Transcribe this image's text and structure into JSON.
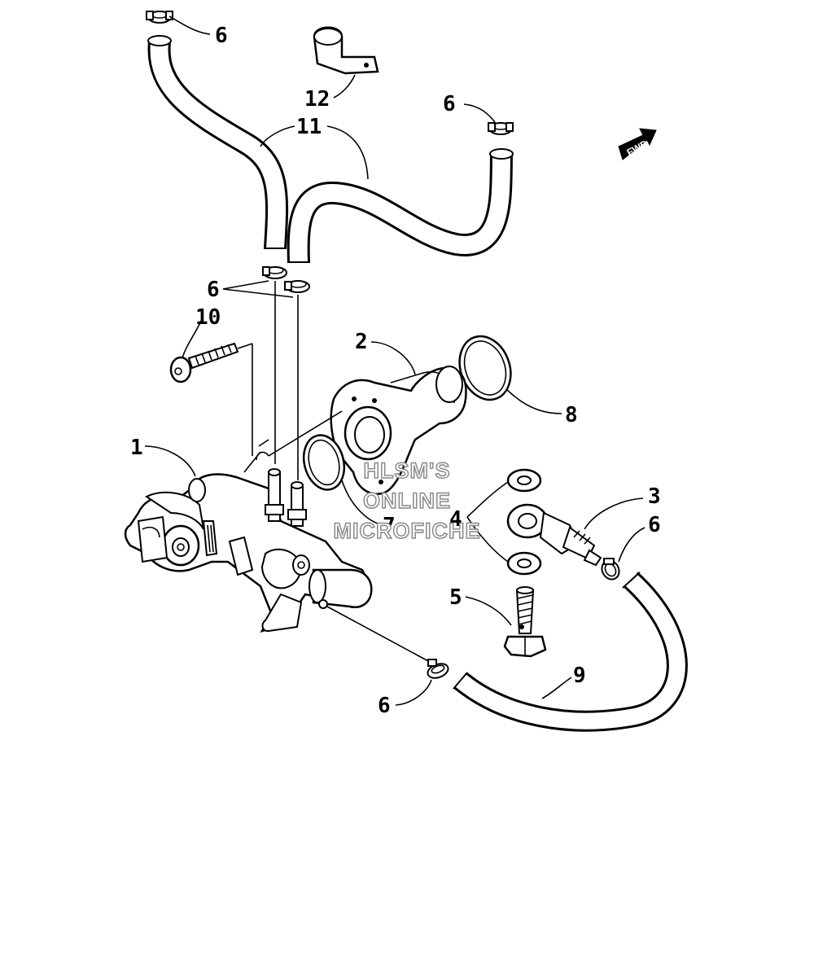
{
  "callouts": {
    "c1": "1",
    "c2": "2",
    "c3": "3",
    "c4": "4",
    "c5": "5",
    "c6_top": "6",
    "c6_right": "6",
    "c6_mid": "6",
    "c6_fitting": "6",
    "c6_bottom": "6",
    "c7": "7",
    "c8": "8",
    "c9": "9",
    "c10": "10",
    "c11": "11",
    "c12": "12"
  },
  "fwd_label": "FWD",
  "watermark": {
    "line1": "HLSM'S",
    "line2": "ONLINE",
    "line3": "MICROFICHE"
  }
}
